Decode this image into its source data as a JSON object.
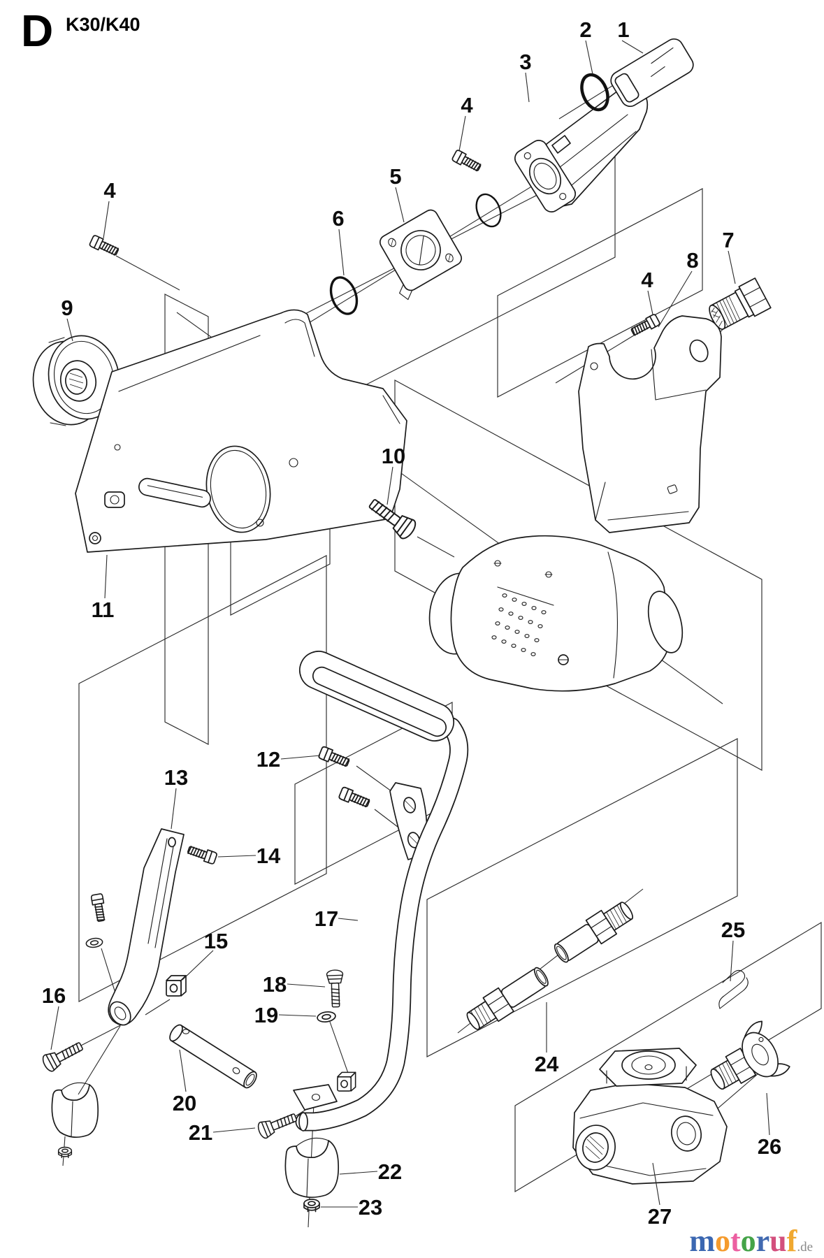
{
  "header": {
    "section_letter": "D",
    "model": "K30/K40"
  },
  "callouts": [
    {
      "n": "1"
    },
    {
      "n": "2"
    },
    {
      "n": "3"
    },
    {
      "n": "4"
    },
    {
      "n": "4"
    },
    {
      "n": "4"
    },
    {
      "n": "5"
    },
    {
      "n": "6"
    },
    {
      "n": "7"
    },
    {
      "n": "8"
    },
    {
      "n": "9"
    },
    {
      "n": "10"
    },
    {
      "n": "11"
    },
    {
      "n": "12"
    },
    {
      "n": "13"
    },
    {
      "n": "14"
    },
    {
      "n": "15"
    },
    {
      "n": "16"
    },
    {
      "n": "17"
    },
    {
      "n": "18"
    },
    {
      "n": "19"
    },
    {
      "n": "20"
    },
    {
      "n": "21"
    },
    {
      "n": "22"
    },
    {
      "n": "23"
    },
    {
      "n": "24"
    },
    {
      "n": "25"
    },
    {
      "n": "26"
    },
    {
      "n": "27"
    }
  ],
  "logo": {
    "letters": [
      {
        "ch": "m",
        "color": "#3b67b1"
      },
      {
        "ch": "o",
        "color": "#f59b2d"
      },
      {
        "ch": "t",
        "color": "#ec5fa1"
      },
      {
        "ch": "o",
        "color": "#44a348"
      },
      {
        "ch": "r",
        "color": "#4169b0"
      },
      {
        "ch": "u",
        "color": "#d34f7d"
      },
      {
        "ch": "f",
        "color": "#f0a830"
      }
    ],
    "suffix": ".de"
  },
  "colors": {
    "ink": "#1b1b1b",
    "background": "#ffffff"
  }
}
